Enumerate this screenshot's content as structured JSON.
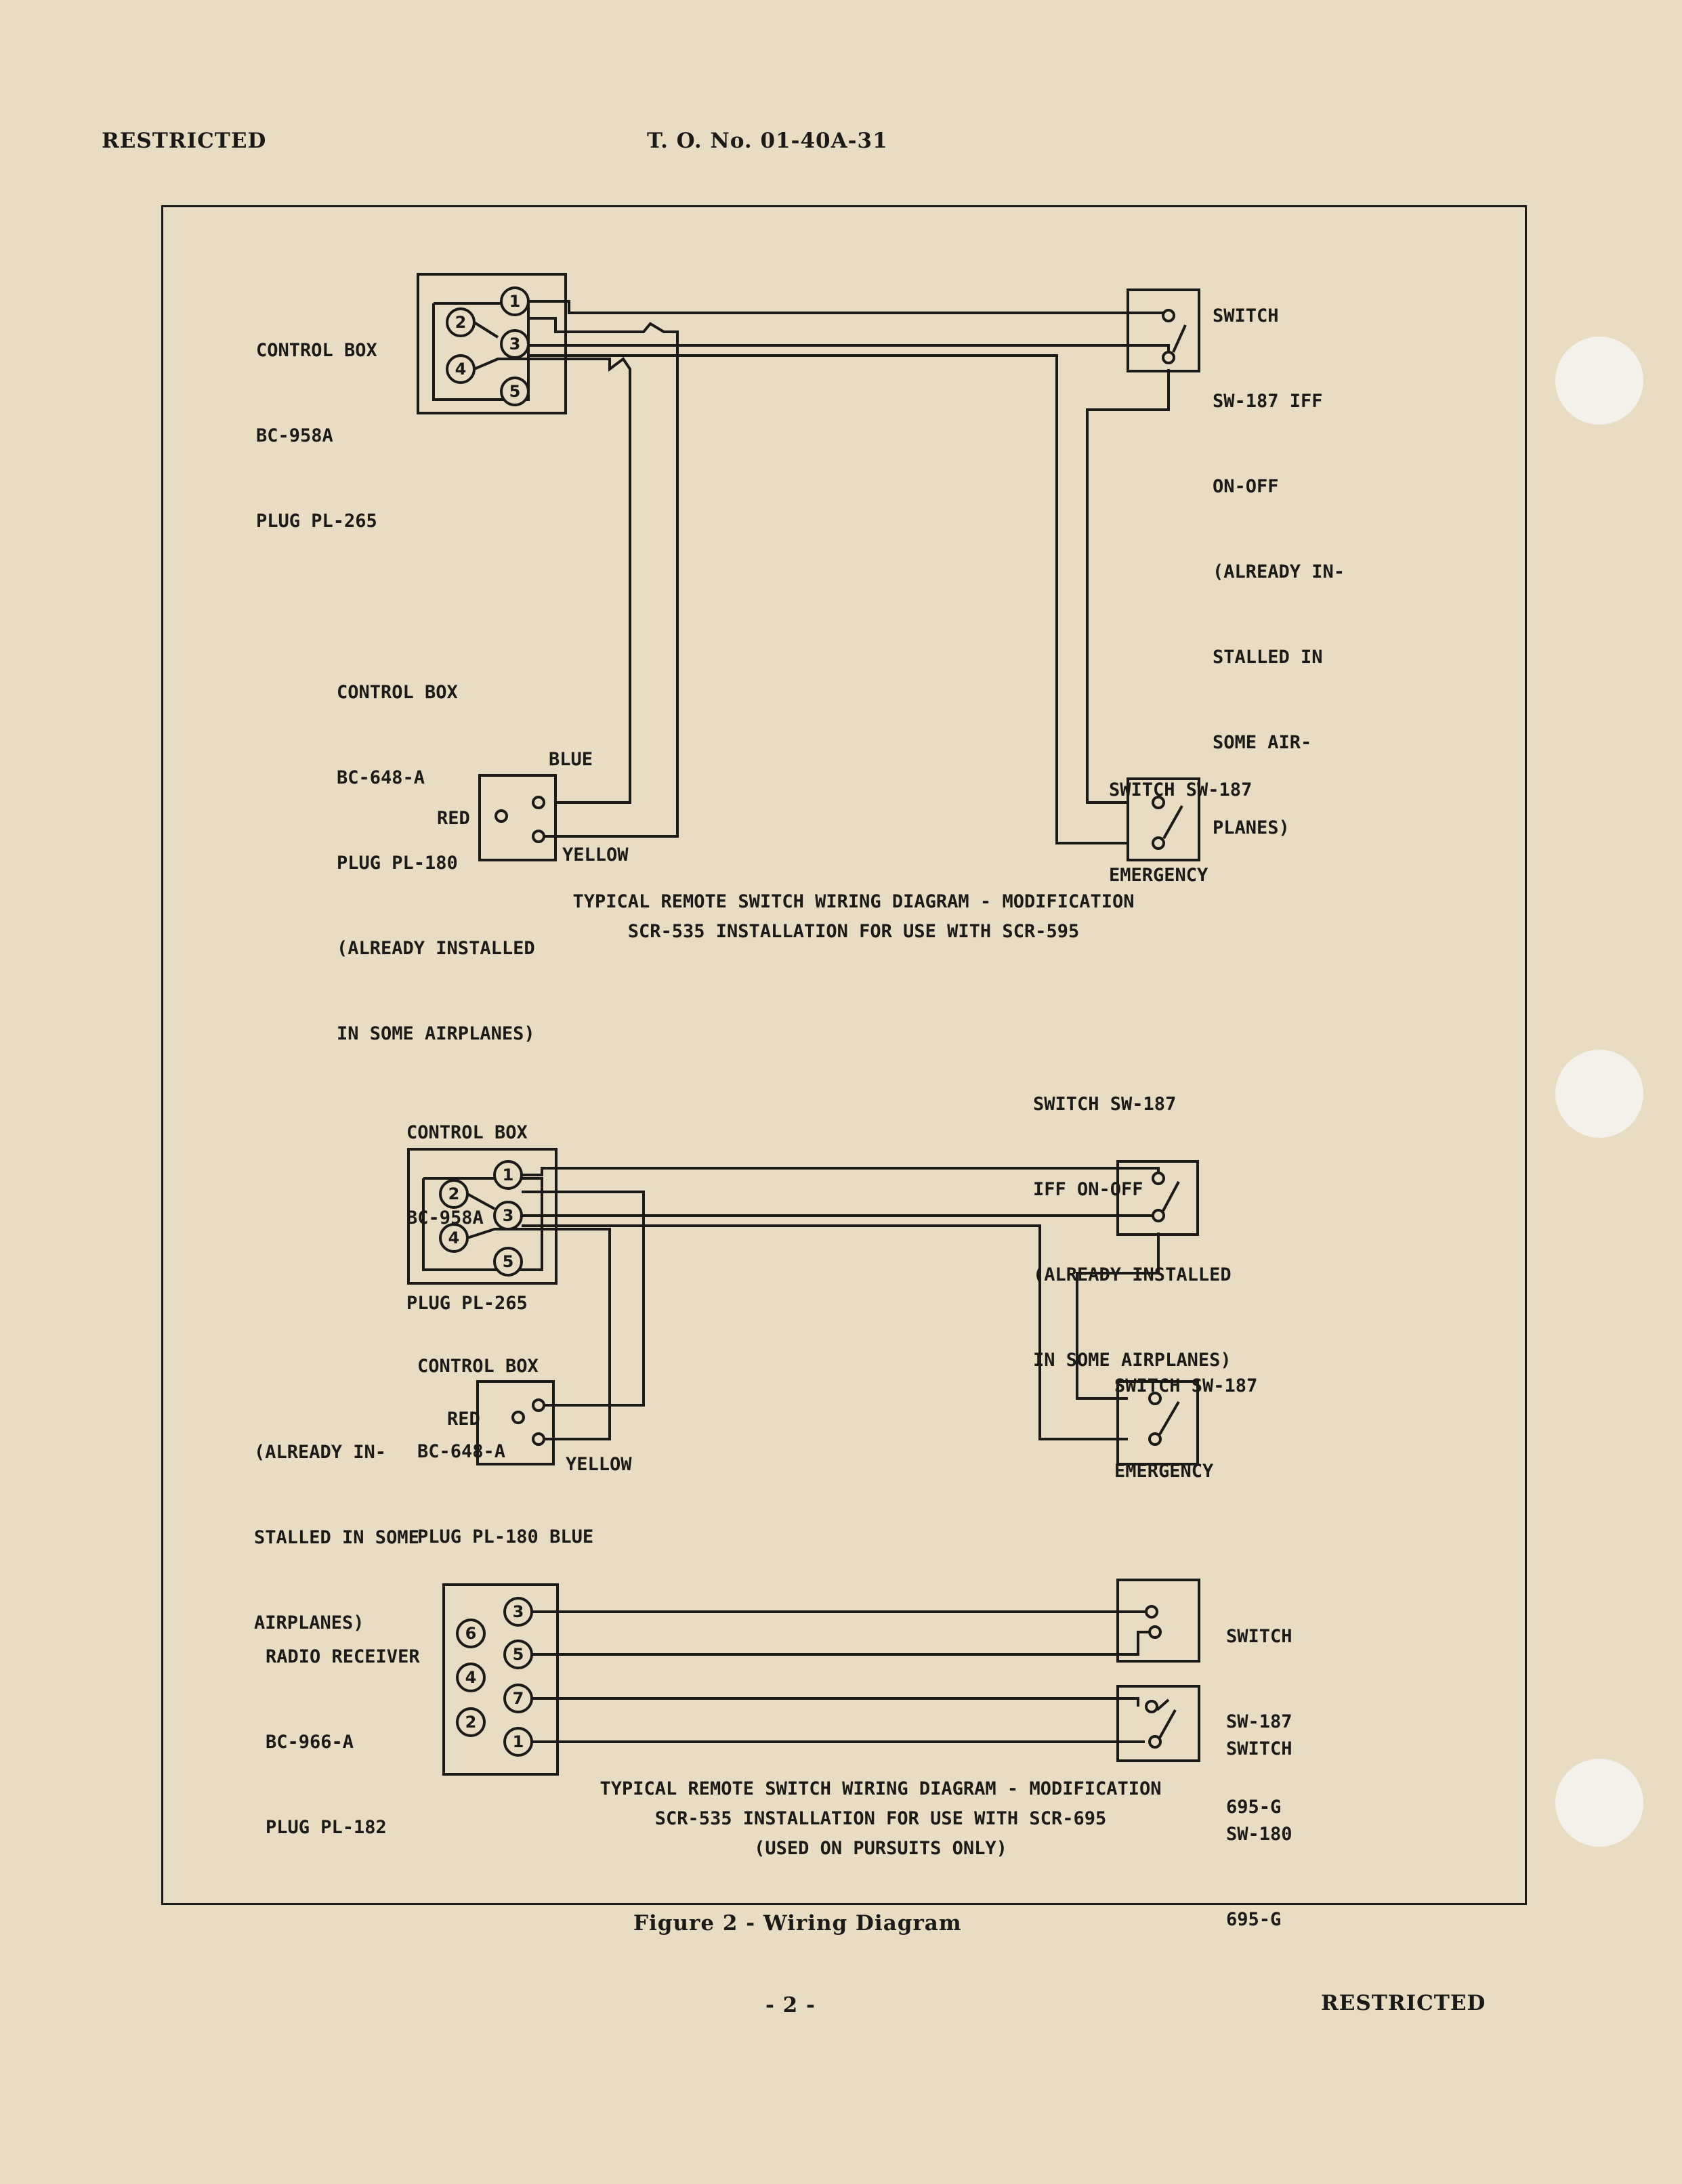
{
  "header": {
    "left": "RESTRICTED",
    "center": "T. O. No. 01-40A-31"
  },
  "diagram1": {
    "control_box_958": [
      "CONTROL BOX",
      "BC-958A",
      "PLUG PL-265"
    ],
    "switch_iff": [
      "SWITCH",
      "SW-187 IFF",
      "ON-OFF",
      "(ALREADY IN-",
      "STALLED IN",
      "SOME AIR-",
      "PLANES)"
    ],
    "control_box_648": [
      "CONTROL BOX",
      "BC-648-A",
      "PLUG PL-180",
      "(ALREADY INSTALLED",
      "IN SOME AIRPLANES)"
    ],
    "blue": "BLUE",
    "red": "RED",
    "yellow": "YELLOW",
    "switch_emergency": [
      "SWITCH SW-187",
      "EMERGENCY"
    ],
    "caption": [
      "TYPICAL REMOTE SWITCH WIRING DIAGRAM - MODIFICATION",
      "SCR-535 INSTALLATION FOR USE WITH SCR-595"
    ],
    "pins": [
      "1",
      "2",
      "3",
      "4",
      "5"
    ]
  },
  "diagram2": {
    "control_box_958": [
      "CONTROL BOX",
      "BC-958A",
      "PLUG PL-265"
    ],
    "switch_iff": [
      "SWITCH SW-187",
      "IFF ON-OFF",
      "(ALREADY INSTALLED",
      "IN SOME AIRPLANES)"
    ],
    "control_box_648": [
      "CONTROL BOX",
      "BC-648-A",
      "PLUG PL-180 BLUE"
    ],
    "already": [
      "(ALREADY IN-",
      "STALLED IN SOME",
      "AIRPLANES)"
    ],
    "red": "RED",
    "yellow": "YELLOW",
    "switch_emergency": [
      "SWITCH SW-187",
      "EMERGENCY"
    ],
    "pins": [
      "1",
      "2",
      "3",
      "4",
      "5"
    ]
  },
  "diagram3": {
    "receiver": [
      "RADIO RECEIVER",
      "BC-966-A",
      "PLUG PL-182"
    ],
    "switch_a": [
      "SWITCH",
      "SW-187",
      "695-G"
    ],
    "switch_b": [
      "SWITCH",
      "SW-180",
      "695-G"
    ],
    "caption": [
      "TYPICAL REMOTE SWITCH WIRING DIAGRAM - MODIFICATION",
      "SCR-535 INSTALLATION FOR USE WITH SCR-695",
      "(USED ON PURSUITS ONLY)"
    ],
    "pins": [
      "3",
      "6",
      "5",
      "4",
      "7",
      "2",
      "1"
    ]
  },
  "figure_caption": "Figure 2 - Wiring Diagram",
  "footer": {
    "page": "- 2 -",
    "right": "RESTRICTED"
  },
  "colors": {
    "paper": "#e8dcc2",
    "ink": "#1c1a17",
    "hole": "#f4f1ea"
  }
}
